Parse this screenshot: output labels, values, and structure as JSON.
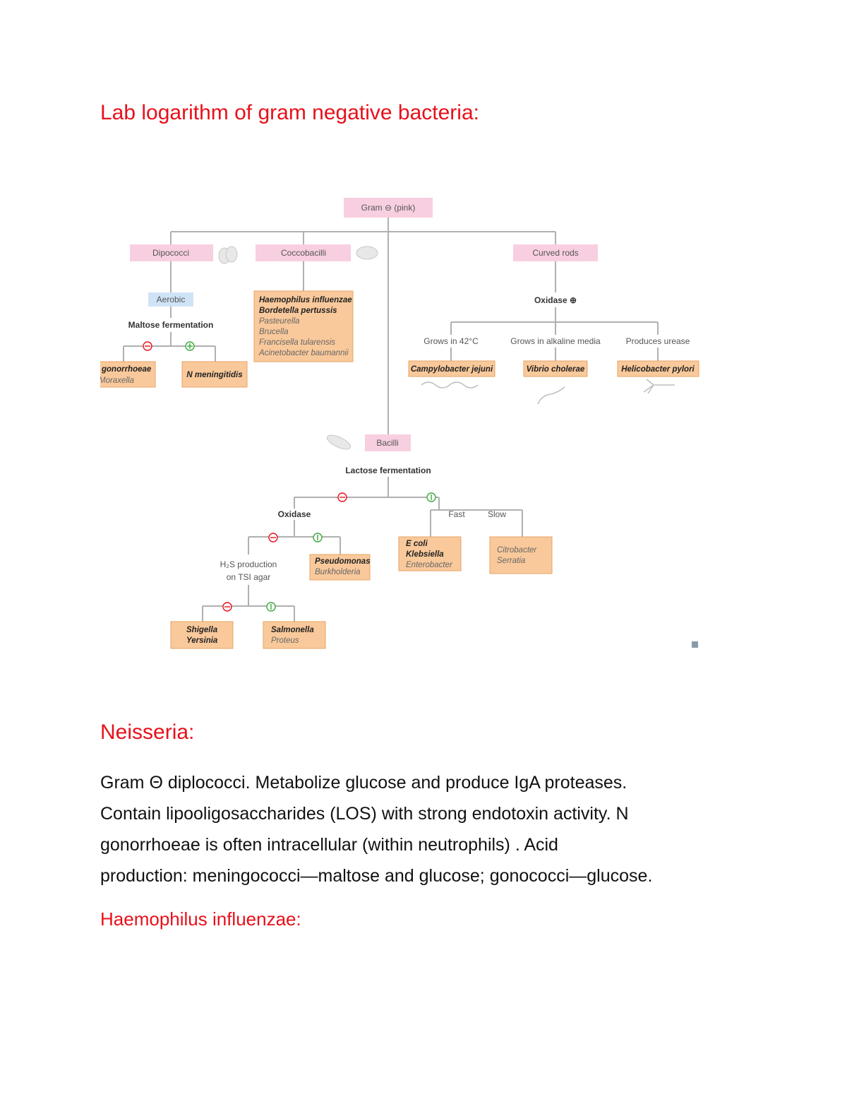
{
  "document": {
    "title": "Lab logarithm of gram negative bacteria:",
    "sections": [
      {
        "heading": "Neisseria:",
        "lines": [
          " Gram Θ diplococci. Metabolize glucose and produce IgA proteases.",
          "Contain lipooligosaccharides (LOS) with strong endotoxin activity. N",
          "gonorrhoeae is often intracellular (within neutrophils) . Acid",
          "production: meningococci—maltose and glucose; gonococci—glucose."
        ]
      },
      {
        "heading": "Haemophilus influenzae:"
      }
    ]
  },
  "diagram": {
    "root": "Gram ⊖ (pink)",
    "dipococci": "Dipococci",
    "coccobacilli": "Coccobacilli",
    "curved_rods": "Curved rods",
    "aerobic": "Aerobic",
    "maltose_fermentation": "Maltose fermentation",
    "neg_result": [
      "gonorrhoeae",
      "Moraxella"
    ],
    "pos_result": "N meningitidis",
    "coccobacilli_list": {
      "bold": [
        "Haemophilus influenzae",
        "Bordetella pertussis"
      ],
      "italic": [
        "Pasteurella",
        "Brucella",
        "Francisella tularensis",
        "Acinetobacter baumannii"
      ]
    },
    "oxidase_pos": "Oxidase ⊕",
    "grows_42": "Grows in 42°C",
    "grows_alkaline": "Grows in alkaline media",
    "produces_urease": "Produces urease",
    "campylobacter": "Campylobacter jejuni",
    "vibrio": "Vibrio cholerae",
    "helicobacter": "Helicobacter pylori",
    "bacilli": "Bacilli",
    "lactose_fermentation": "Lactose fermentation",
    "oxidase": "Oxidase",
    "fast": "Fast",
    "slow": "Slow",
    "h2s_line1": "H₂S production",
    "h2s_line2": "on TSI agar",
    "pseudomonas": "Pseudomonas",
    "burkholderia": "Burkholderia",
    "fast_list": [
      "E coli",
      "Klebsiella",
      "Enterobacter"
    ],
    "slow_list": [
      "Citrobacter",
      "Serratia"
    ],
    "shigella": "Shigella",
    "yersinia": "Yersinia",
    "salmonella": "Salmonella",
    "proteus": "Proteus"
  }
}
